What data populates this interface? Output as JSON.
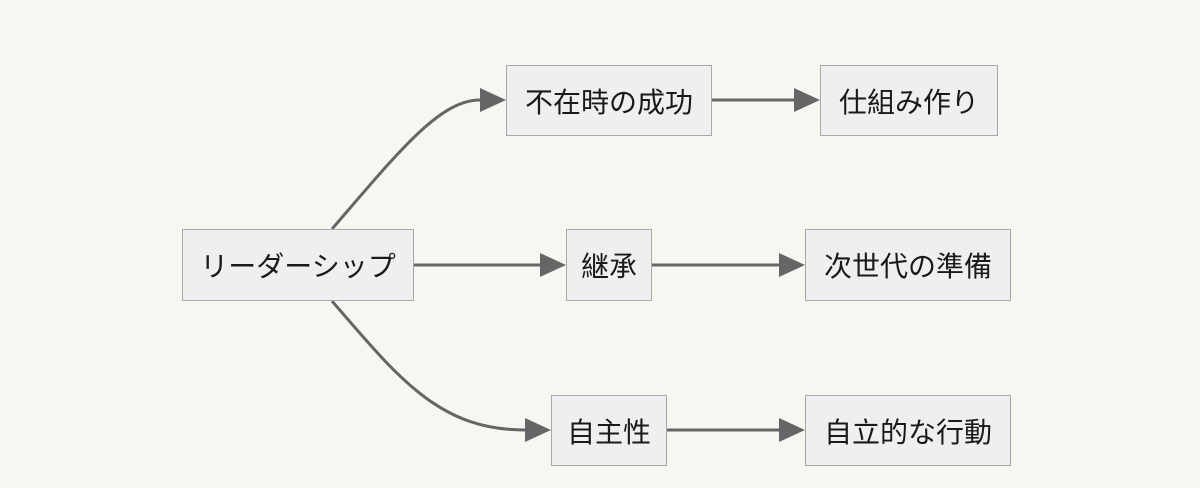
{
  "diagram": {
    "colors": {
      "background": "#f7f7f2",
      "node_fill": "#efefef",
      "node_border": "#a9a9a9",
      "edge": "#666666"
    },
    "nodes": {
      "leadership": "リーダーシップ",
      "success_absence": "不在時の成功",
      "system_building": "仕組み作り",
      "succession": "継承",
      "next_gen_prep": "次世代の準備",
      "autonomy": "自主性",
      "autonomous_action": "自立的な行動"
    },
    "edges": [
      {
        "from": "leadership",
        "to": "success_absence"
      },
      {
        "from": "success_absence",
        "to": "system_building"
      },
      {
        "from": "leadership",
        "to": "succession"
      },
      {
        "from": "succession",
        "to": "next_gen_prep"
      },
      {
        "from": "leadership",
        "to": "autonomy"
      },
      {
        "from": "autonomy",
        "to": "autonomous_action"
      }
    ]
  }
}
